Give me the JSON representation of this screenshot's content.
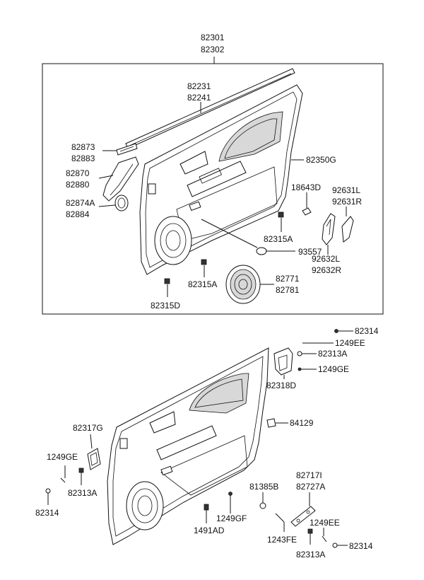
{
  "labels": {
    "top_assembly_a": "82301",
    "top_assembly_b": "82302",
    "weatherstrip_a": "82231",
    "weatherstrip_b": "82241",
    "switch_panel_a": "82873",
    "switch_panel_b": "82883",
    "pull_handle_a": "82870",
    "pull_handle_b": "82880",
    "handle_cover_a": "82874A",
    "handle_cover_b": "82884",
    "trim_panel": "82350G",
    "clip_18643d": "18643D",
    "lamp_a": "92631L",
    "lamp_b": "92631R",
    "fastener_upper": "82315A",
    "lamp_lens_a": "92632L",
    "lamp_lens_b": "92632R",
    "grommet": "93557",
    "speaker_grille_a": "82771",
    "speaker_grille_b": "82781",
    "fastener_mid": "82315A",
    "fastener_lower": "82315D",
    "b_82314_top": "82314",
    "b_1249ee_top": "1249EE",
    "b_82313a_top": "82313A",
    "b_82318d": "82318D",
    "b_1249ge_right": "1249GE",
    "b_84129": "84129",
    "b_82317g": "82317G",
    "b_1249ge_left": "1249GE",
    "b_82313a_left": "82313A",
    "b_82314_left": "82314",
    "b_81385b": "81385B",
    "b_82717i": "82717I",
    "b_82727a": "82727A",
    "b_1249gf": "1249GF",
    "b_1491ad": "1491AD",
    "b_1249ee_bottom": "1249EE",
    "b_1243fe": "1243FE",
    "b_82313a_bottom": "82313A",
    "b_82314_bottom": "82314"
  }
}
